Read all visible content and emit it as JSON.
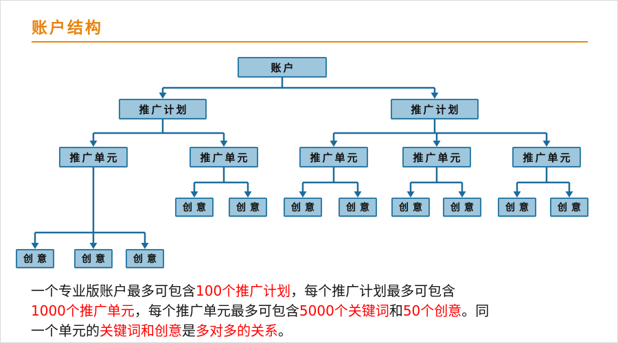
{
  "colors": {
    "accent_orange": "#E8820C",
    "box_fill": "#9EC6DC",
    "box_border": "#2E7CA6",
    "connector_blue": "#1C6C9C",
    "emphasis_red": "#FF0000",
    "text_black": "#141414"
  },
  "header": {
    "title": "账户结构"
  },
  "tree": {
    "account": {
      "label": "账户"
    },
    "plans": [
      {
        "label": "推广计划"
      },
      {
        "label": "推广计划"
      }
    ],
    "units": [
      {
        "label": "推广单元"
      },
      {
        "label": "推广单元"
      },
      {
        "label": "推广单元"
      },
      {
        "label": "推广单元"
      },
      {
        "label": "推广单元"
      }
    ],
    "creatives": [
      {
        "label": "创意"
      },
      {
        "label": "创意"
      },
      {
        "label": "创意"
      },
      {
        "label": "创意"
      },
      {
        "label": "创意"
      },
      {
        "label": "创意"
      },
      {
        "label": "创意"
      },
      {
        "label": "创意"
      },
      {
        "label": "创意"
      },
      {
        "label": "创意"
      },
      {
        "label": "创意"
      }
    ]
  },
  "footer": {
    "lines": [
      {
        "segments": [
          {
            "text": "一个专业版账户最多可包含"
          },
          {
            "text": "100个推广计划"
          },
          {
            "text": "，每个推广计划最多可包含"
          }
        ]
      },
      {
        "segments": [
          {
            "text": "1000个推广单元"
          },
          {
            "text": "，每个推广单元最多可包含"
          },
          {
            "text": "5000个关键词"
          },
          {
            "text": "和"
          },
          {
            "text": "50个创意"
          },
          {
            "text": "。同"
          }
        ]
      },
      {
        "segments": [
          {
            "text": "一个单元的"
          },
          {
            "text": "关键词和创意"
          },
          {
            "text": "是"
          },
          {
            "text": "多对多的关系"
          },
          {
            "text": "。"
          }
        ]
      }
    ]
  }
}
